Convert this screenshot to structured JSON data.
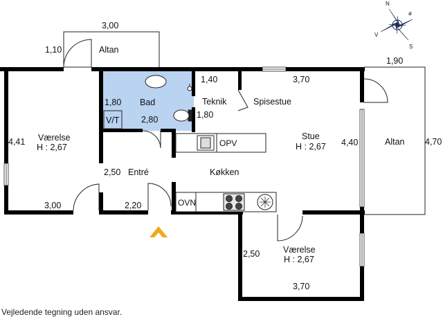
{
  "labels": {
    "dim_altan_top_width": "3,00",
    "dim_altan_top_depth": "1,10",
    "altan_top": "Altan",
    "dim_vaer1_depth": "4,41",
    "vaer1_name": "Værelse",
    "vaer1_height": "H : 2,67",
    "dim_vaer1_width": "3,00",
    "bad": "Bad",
    "dim_bad": "1,80",
    "vt": "V/T",
    "dim_bad_width": "2,80",
    "dim_teknik_width": "1,40",
    "teknik": "Teknik",
    "dim_teknik_depth": "1,80",
    "dim_stue_width": "3,70",
    "spisestue": "Spisestue",
    "stue_name": "Stue",
    "stue_height": "H : 2,67",
    "dim_stue_depth": "4,40",
    "opv": "OPV",
    "dim_entre": "2,50",
    "entre": "Entré",
    "kokken": "Køkken",
    "dim_entre_width": "2,20",
    "ovn": "OVN",
    "dim_altan_right_width": "1,90",
    "altan_right": "Altan",
    "dim_altan_right_depth": "4,70",
    "dim_vaer2_depth": "2,50",
    "vaer2_name": "Værelse",
    "vaer2_height": "H : 2,67",
    "dim_vaer2_width": "3,70"
  },
  "compass": {
    "n": "N",
    "o": "ø",
    "v": "V",
    "s": "S"
  },
  "colors": {
    "wall": "#000000",
    "bathroom": "#b9d3f1",
    "entrance_arrow": "#f0a81c"
  },
  "disclaimer": "Vejledende tegning uden ansvar."
}
